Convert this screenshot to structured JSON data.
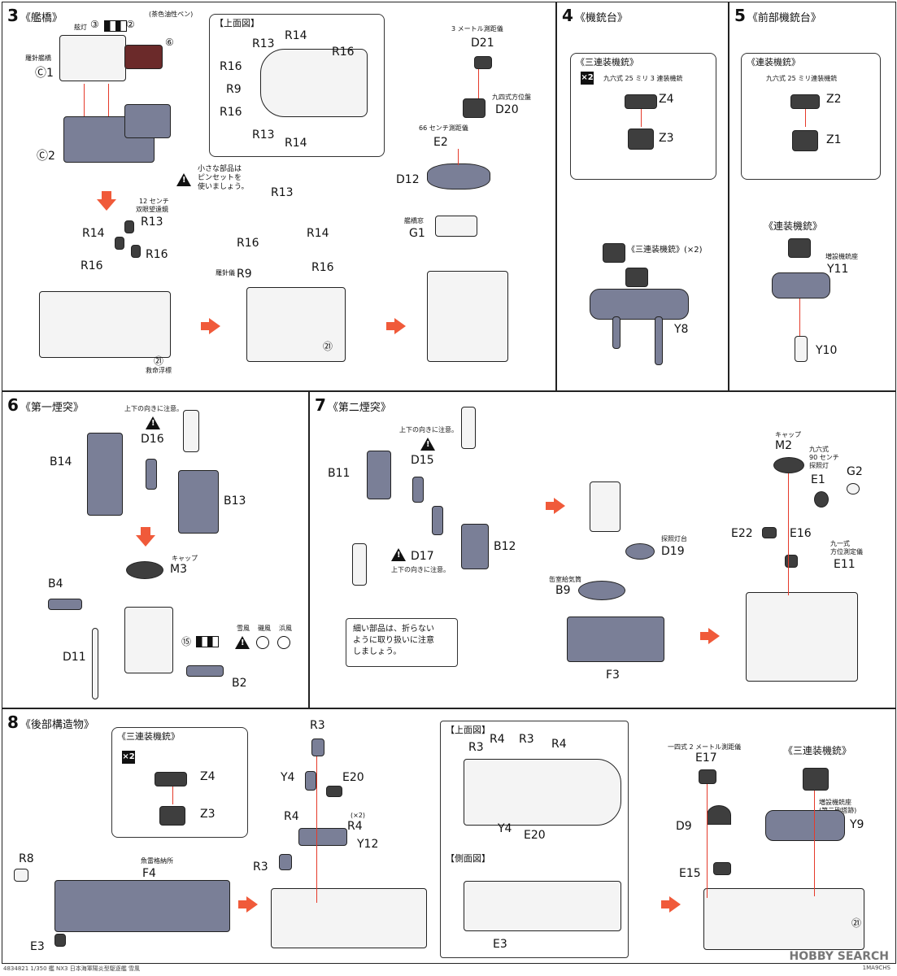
{
  "step3": {
    "num": "3",
    "title": "《艦橋》",
    "labels": {
      "sidelight": "舷灯",
      "compass": "羅針艦橋",
      "c1": "Ⓒ1",
      "c2": "Ⓒ2",
      "circ3": "③",
      "circ2": "②",
      "pen": "(茶色油性ペン)",
      "circ6": "⑥",
      "twelve": "12 センチ",
      "binoc": "双眼望遠鏡",
      "compass_stand": "羅針儀",
      "lifebuoy": "救命浮標",
      "circ21": "㉑",
      "range3": "3 メートル測距儀",
      "dir94": "九四式方位盤",
      "range66": "66 センチ測距儀",
      "windshield": "艦橋窓"
    },
    "tweezers_note": "小さな部品は\nピンセットを\n使いましょう。",
    "topview": {
      "title": "【上面図】",
      "r13a": "R13",
      "r14a": "R14",
      "r16a": "R16",
      "r16b": "R16",
      "r9": "R9",
      "r16c": "R16",
      "r13b": "R13",
      "r14b": "R14"
    },
    "parts": {
      "r14": "R14",
      "r13": "R13",
      "r16a": "R16",
      "r16b": "R16",
      "r13b": "R13",
      "r16c": "R16",
      "r14b": "R14",
      "r9": "R9",
      "r16d": "R16",
      "d21": "D21",
      "d20": "D20",
      "e2": "E2",
      "d12": "D12",
      "g1": "G1"
    }
  },
  "step4": {
    "num": "4",
    "title": "《機銃台》",
    "box_title": "《三連装機銃》",
    "x2": "×2",
    "gun_name": "九六式 25 ミリ 3 連装機銃",
    "z4": "Z4",
    "z3": "Z3",
    "mount_label": "《三連装機銃》(×2)",
    "y8": "Y8"
  },
  "step5": {
    "num": "5",
    "title": "《前部機銃台》",
    "box_title": "《連装機銃》",
    "gun_name": "九六式 25 ミリ連装機銃",
    "z2": "Z2",
    "z1": "Z1",
    "mount_label": "《連装機銃》",
    "mount_name": "増設機銃座",
    "y11": "Y11",
    "y10": "Y10"
  },
  "step6": {
    "num": "6",
    "title": "《第一煙突》",
    "orient_note": "上下の向きに注意。",
    "d16": "D16",
    "b14": "B14",
    "b13": "B13",
    "cap": "キャップ",
    "m3": "M3",
    "b4": "B4",
    "d11": "D11",
    "b2": "B2",
    "circ15": "⑮",
    "ships": [
      "雪風",
      "磯風",
      "浜風"
    ]
  },
  "step7": {
    "num": "7",
    "title": "《第二煙突》",
    "orient_note1": "上下の向きに注意。",
    "orient_note2": "上下の向きに注意。",
    "b11": "B11",
    "d15": "D15",
    "d17": "D17",
    "b12": "B12",
    "fragile_note": "細い部品は、折らない\nように取り扱いに注意\nしましょう。",
    "searchlight_stand": "探照灯台",
    "d19": "D19",
    "vent": "缶室給気筒",
    "b9": "B9",
    "f3": "F3",
    "cap": "キャップ",
    "m2": "M2",
    "searchlight": "九六式\n90 センチ\n探照灯",
    "e1": "E1",
    "g2": "G2",
    "e22": "E22",
    "e16": "E16",
    "dir91": "九一式\n方位測定儀",
    "e11": "E11"
  },
  "step8": {
    "num": "8",
    "title": "《後部構造物》",
    "box_title": "《三連装機銃》",
    "x2": "×2",
    "z4": "Z4",
    "z3": "Z3",
    "r8": "R8",
    "torpedo": "魚雷格納所",
    "f4": "F4",
    "e3": "E3",
    "r3a": "R3",
    "y4": "Y4",
    "e20": "E20",
    "r4a": "R4",
    "r4b": "R4",
    "x2b": "(×2)",
    "y12": "Y12",
    "r3b": "R3",
    "topview": {
      "title": "【上面図】",
      "r4": "R4",
      "r3": "R3",
      "r4b": "R4",
      "r3b": "R3",
      "y4": "Y4",
      "e20": "E20"
    },
    "sideview": {
      "title": "【側面図】",
      "e3": "E3"
    },
    "range2": "一四式 2 メートル測距儀",
    "e17": "E17",
    "mount_label": "《三連装機銃》",
    "mount_name": "増設機銃座\n(第二砲塔跡)",
    "y9": "Y9",
    "d9": "D9",
    "e15": "E15",
    "circ21": "㉑"
  },
  "footer": {
    "left": "4834821 1/350 艦 NX3 日本海軍陽炎型駆逐艦 雪風",
    "right": "1MA9CHS",
    "watermark": "HOBBY SEARCH"
  }
}
